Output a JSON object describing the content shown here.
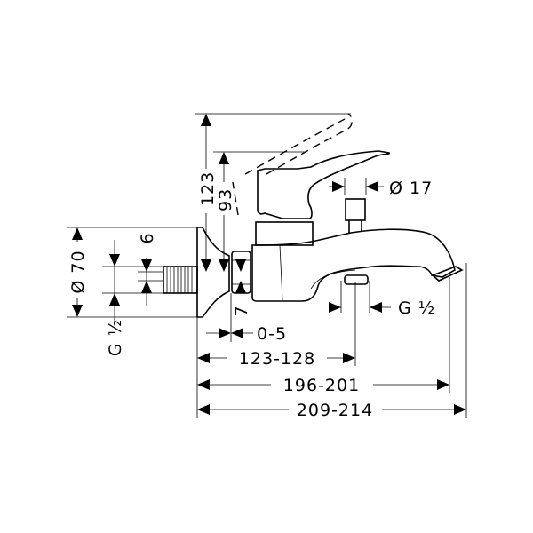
{
  "drawing": {
    "title": "Bath mixer dimension drawing",
    "dimensions": {
      "height_lever_raised": "123",
      "height_lever": "93",
      "flange_diameter": "Ø 70",
      "inlet_thread": "G ½",
      "offset_6": "6",
      "offset_7": "7",
      "wall_gap": "0-5",
      "diverter_diameter": "Ø 17",
      "outlet_thread": "G ½",
      "projection_outlet": "123-128",
      "projection_spout": "196-201",
      "projection_total": "209-214"
    }
  }
}
